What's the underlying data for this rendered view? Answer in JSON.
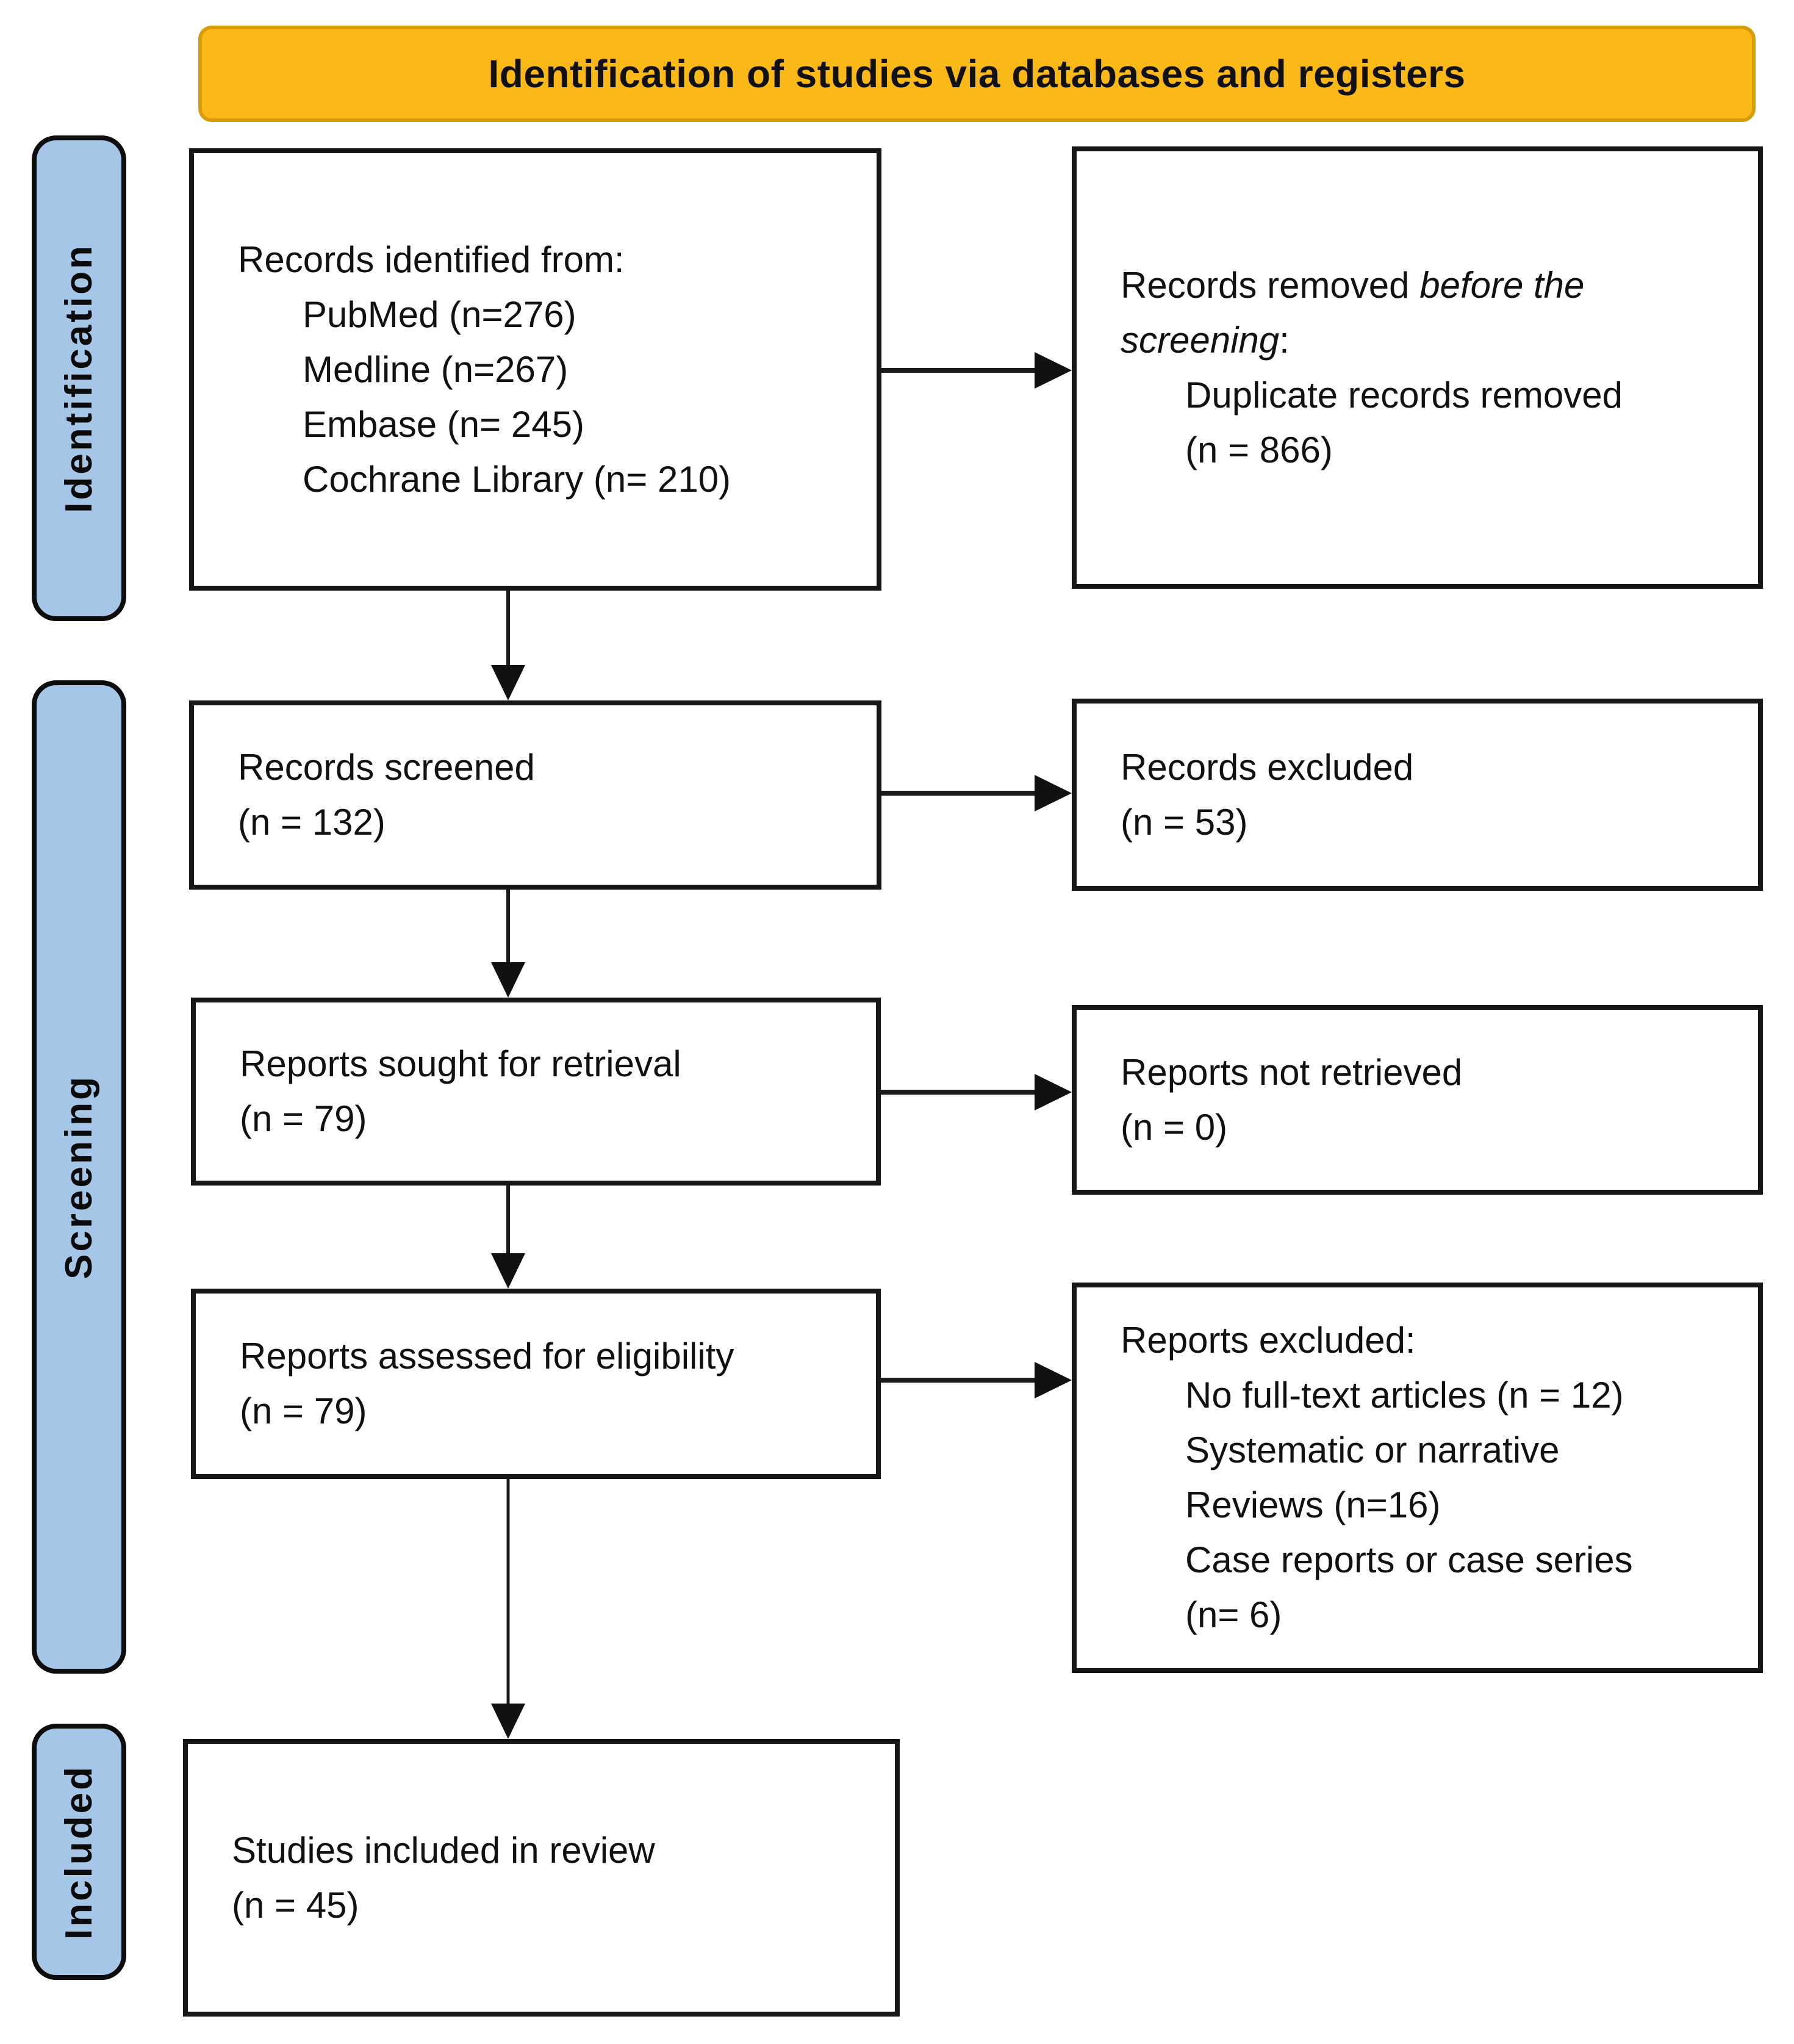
{
  "banner": {
    "title": "Identification of studies via databases and registers",
    "fill": "#FBB917",
    "border": "#D89C06"
  },
  "colors": {
    "side_label_fill": "#A6C6E8",
    "box_border": "#171717",
    "arrow": "#1c1c1c",
    "background": "#ffffff"
  },
  "side_labels": {
    "identification": "Identification",
    "screening": "Screening",
    "included": "Included"
  },
  "boxes": {
    "records_identified": {
      "lines": [
        {
          "indent": false,
          "segments": [
            {
              "text": "Records identified from:",
              "italic": false
            }
          ]
        },
        {
          "indent": true,
          "segments": [
            {
              "text": "PubMed (n=276)",
              "italic": false
            }
          ]
        },
        {
          "indent": true,
          "segments": [
            {
              "text": "Medline (n=267)",
              "italic": false
            }
          ]
        },
        {
          "indent": true,
          "segments": [
            {
              "text": "Embase (n= 245)",
              "italic": false
            }
          ]
        },
        {
          "indent": true,
          "segments": [
            {
              "text": "Cochrane Library (n= 210)",
              "italic": false
            }
          ]
        }
      ]
    },
    "records_removed": {
      "lines": [
        {
          "indent": false,
          "segments": [
            {
              "text": "Records removed ",
              "italic": false
            },
            {
              "text": "before the",
              "italic": true
            }
          ]
        },
        {
          "indent": false,
          "segments": [
            {
              "text": "screening",
              "italic": true
            },
            {
              "text": ":",
              "italic": false
            }
          ]
        },
        {
          "indent": true,
          "segments": [
            {
              "text": "Duplicate records removed",
              "italic": false
            }
          ]
        },
        {
          "indent": true,
          "segments": [
            {
              "text": "(n = 866)",
              "italic": false
            }
          ]
        }
      ]
    },
    "records_screened": {
      "lines": [
        {
          "indent": false,
          "segments": [
            {
              "text": "Records screened",
              "italic": false
            }
          ]
        },
        {
          "indent": false,
          "segments": [
            {
              "text": "(n = 132)",
              "italic": false
            }
          ]
        }
      ]
    },
    "records_excluded": {
      "lines": [
        {
          "indent": false,
          "segments": [
            {
              "text": "Records excluded",
              "italic": false
            }
          ]
        },
        {
          "indent": false,
          "segments": [
            {
              "text": "(n = 53)",
              "italic": false
            }
          ]
        }
      ]
    },
    "reports_sought": {
      "lines": [
        {
          "indent": false,
          "segments": [
            {
              "text": "Reports sought for retrieval",
              "italic": false
            }
          ]
        },
        {
          "indent": false,
          "segments": [
            {
              "text": "(n = 79)",
              "italic": false
            }
          ]
        }
      ]
    },
    "reports_not_retrieved": {
      "lines": [
        {
          "indent": false,
          "segments": [
            {
              "text": "Reports not retrieved",
              "italic": false
            }
          ]
        },
        {
          "indent": false,
          "segments": [
            {
              "text": "(n = 0)",
              "italic": false
            }
          ]
        }
      ]
    },
    "reports_assessed": {
      "lines": [
        {
          "indent": false,
          "segments": [
            {
              "text": "Reports assessed for eligibility",
              "italic": false
            }
          ]
        },
        {
          "indent": false,
          "segments": [
            {
              "text": "(n = 79)",
              "italic": false
            }
          ]
        }
      ]
    },
    "reports_excluded": {
      "lines": [
        {
          "indent": false,
          "segments": [
            {
              "text": "Reports excluded:",
              "italic": false
            }
          ]
        },
        {
          "indent": true,
          "segments": [
            {
              "text": "No full-text articles (n = 12)",
              "italic": false
            }
          ]
        },
        {
          "indent": true,
          "segments": [
            {
              "text": "Systematic or narrative",
              "italic": false
            }
          ]
        },
        {
          "indent": true,
          "segments": [
            {
              "text": "Reviews (n=16)",
              "italic": false
            }
          ]
        },
        {
          "indent": true,
          "segments": [
            {
              "text": "Case reports or case series",
              "italic": false
            }
          ]
        },
        {
          "indent": true,
          "segments": [
            {
              "text": "(n= 6)",
              "italic": false
            }
          ]
        }
      ]
    },
    "studies_included": {
      "lines": [
        {
          "indent": false,
          "segments": [
            {
              "text": "Studies included in review",
              "italic": false
            }
          ]
        },
        {
          "indent": false,
          "segments": [
            {
              "text": "(n = 45)",
              "italic": false
            }
          ]
        }
      ]
    }
  }
}
